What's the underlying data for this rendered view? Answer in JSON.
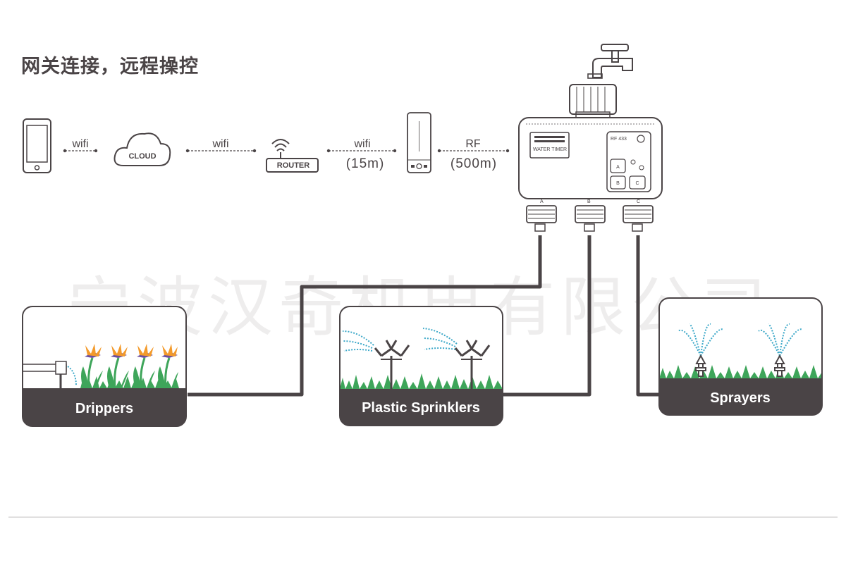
{
  "title": "网关连接，远程操控",
  "watermark": "宁波汉奇机电有限公司",
  "links": [
    {
      "label": "wifi",
      "range": ""
    },
    {
      "label": "wifi",
      "range": ""
    },
    {
      "label": "wifi",
      "range": "(15m)"
    },
    {
      "label": "RF",
      "range": "(500m)"
    }
  ],
  "devices": {
    "cloud": "CLOUD",
    "router": "ROUTER",
    "timer_panel": "WATER TIMER",
    "rf_label": "RF 433",
    "buttons": [
      "A",
      "B",
      "C"
    ],
    "outlets": [
      "A",
      "B",
      "C"
    ]
  },
  "scenes": [
    {
      "label": "Drippers"
    },
    {
      "label": "Plastic Sprinklers"
    },
    {
      "label": "Sprayers"
    }
  ],
  "colors": {
    "dark": "#4a4446",
    "water": "#3ea9c9",
    "grass": "#3ea55a",
    "flower_orange": "#f39a2b",
    "flower_purple": "#6a4fa0"
  }
}
